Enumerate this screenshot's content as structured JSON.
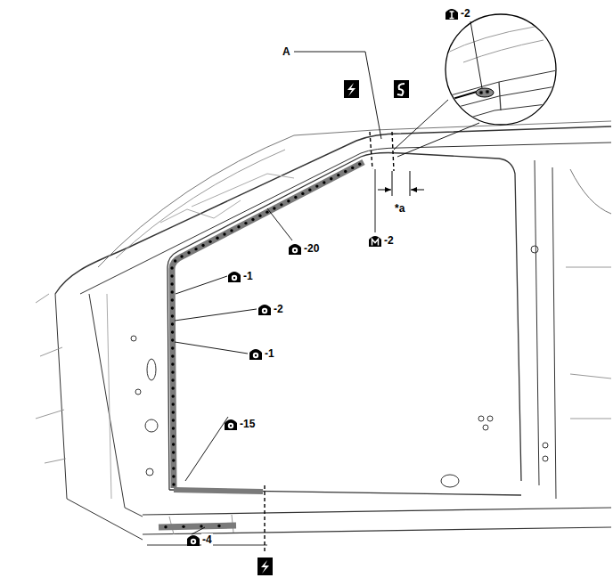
{
  "diagram": {
    "labels": [
      "A",
      "-2",
      "*a",
      "-2",
      "-20",
      "-1",
      "-2",
      "-1",
      "-15",
      "-4"
    ]
  }
}
